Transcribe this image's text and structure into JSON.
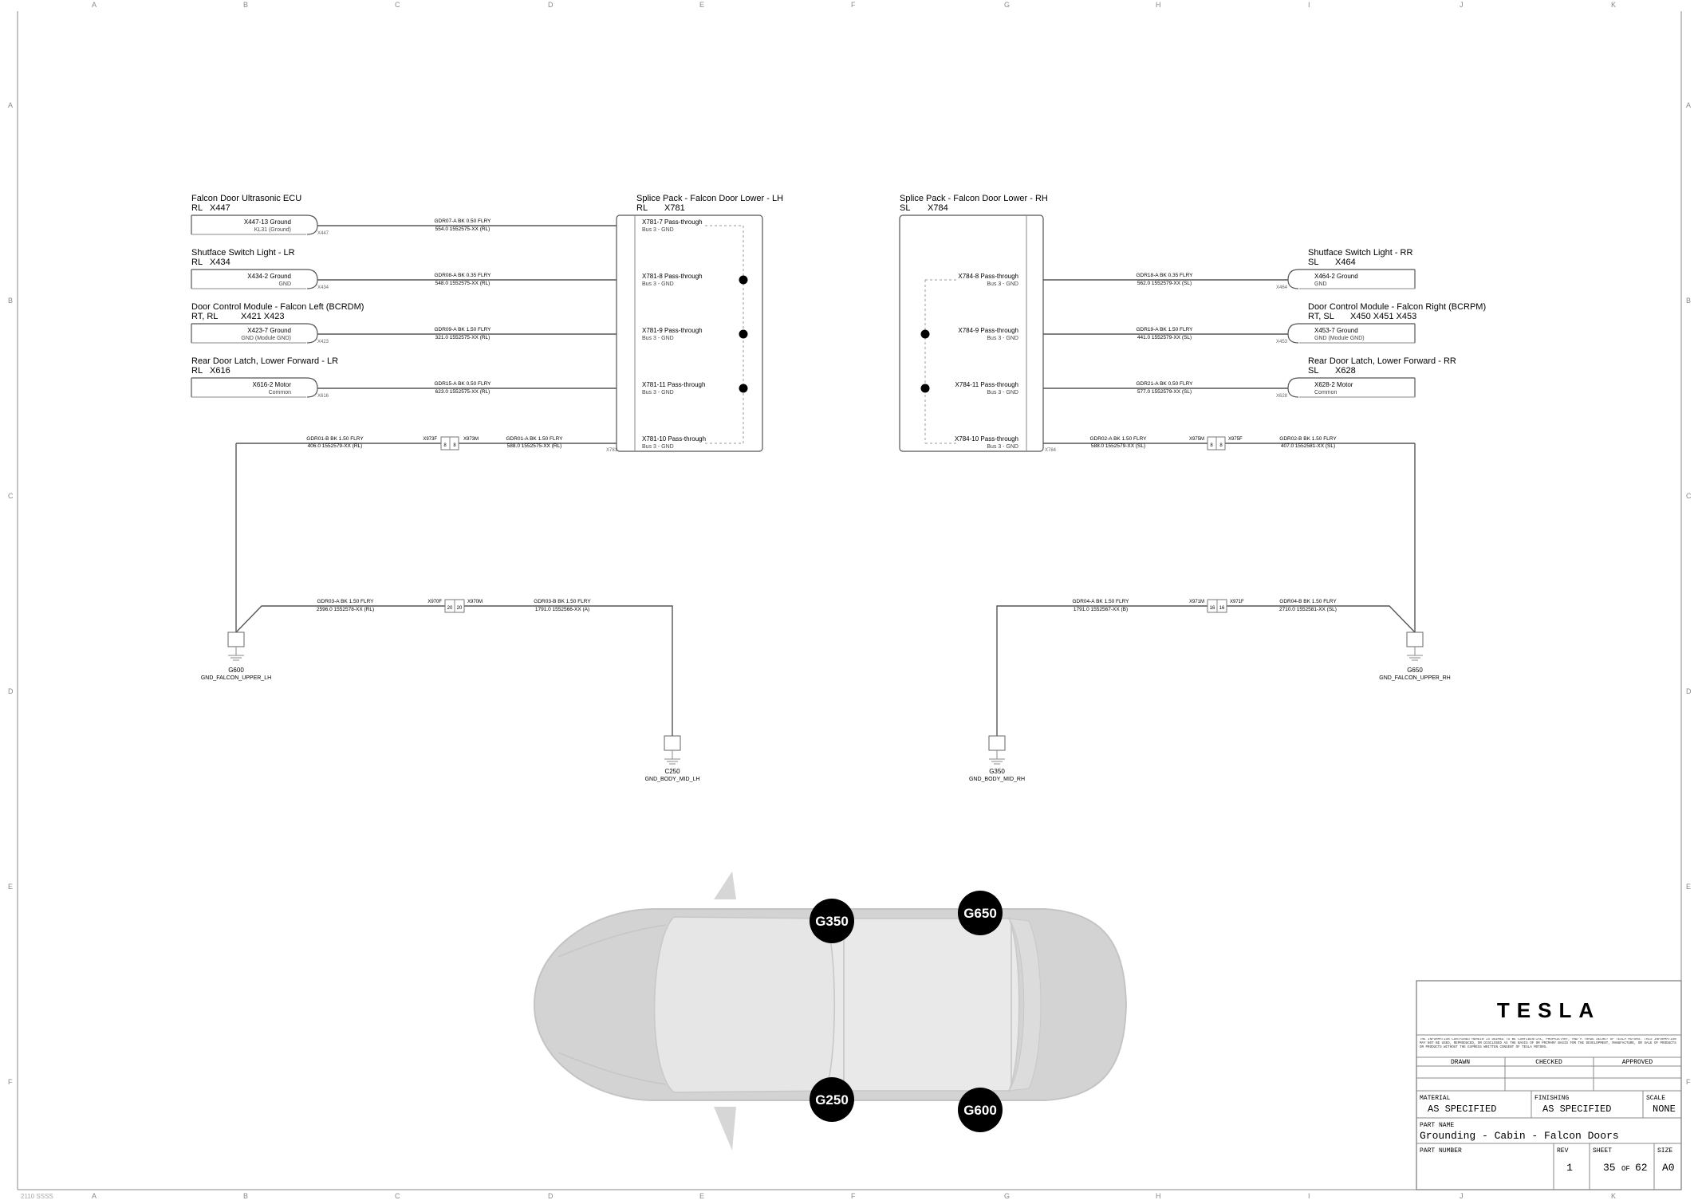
{
  "sheet": {
    "zone_columns": [
      "A",
      "B",
      "C",
      "D",
      "E",
      "F",
      "G",
      "H",
      "I",
      "J",
      "K"
    ],
    "zone_rows": [
      "A",
      "B",
      "C",
      "D",
      "E",
      "F"
    ],
    "corner_stamp": "2110 SSSS"
  },
  "left": {
    "components": [
      {
        "title": "Falcon Door Ultrasonic ECU",
        "loc": "RL",
        "conn": "X447",
        "pin": "X447-13 Ground",
        "sub": "KL31 (Ground)",
        "conn_tag": "X447",
        "wire_top": "GDR07-A   BK   0.50   FLRY",
        "wire_bot": "554.0   1552575-XX (RL)"
      },
      {
        "title": "Shutface Switch Light - LR",
        "loc": "RL",
        "conn": "X434",
        "pin": "X434-2 Ground",
        "sub": "GND",
        "conn_tag": "X434",
        "wire_top": "GDR08-A   BK   0.35   FLRY",
        "wire_bot": "548.0   1552575-XX (RL)"
      },
      {
        "title": "Door Control Module - Falcon Left (BCRDM)",
        "loc": "RT, RL",
        "conn": "X421   X423",
        "pin": "X423-7 Ground",
        "sub": "GND (Module GND)",
        "conn_tag": "X423",
        "wire_top": "GDR09-A   BK   1.50   FLRY",
        "wire_bot": "321.0   1552575-XX (RL)"
      },
      {
        "title": "Rear Door Latch, Lower Forward - LR",
        "loc": "RL",
        "conn": "X616",
        "pin": "X616-2 Motor",
        "sub": "Common",
        "conn_tag": "X616",
        "wire_top": "GDR15-A   BK   0.50   FLRY",
        "wire_bot": "623.0   1552575-XX (RL)"
      }
    ],
    "splice": {
      "title": "Splice Pack - Falcon Door Lower - LH",
      "loc": "RL",
      "conn": "X781",
      "tag": "X781",
      "pins": [
        "X781-7 Pass-through",
        "X781-8 Pass-through",
        "X781-9 Pass-through",
        "X781-11 Pass-through",
        "X781-10 Pass-through"
      ],
      "bus": "Bus 3 - GND"
    },
    "bottom_wire": {
      "w1_top": "GDR01-B   BK   1.50   FLRY",
      "w1_bot": "406.0   1552579-XX (RL)",
      "w2_top": "GDR01-A   BK   1.50   FLRY",
      "w2_bot": "588.0   1552575-XX (RL)",
      "inline_f": "X973F",
      "inline_m": "X973M",
      "inline_pin_a": "8",
      "inline_pin_b": "8"
    },
    "ground_run": {
      "w1_top": "GDR03-A   BK   1.50   FLRY",
      "w1_bot": "2596.0   1552578-XX (RL)",
      "w2_top": "GDR03-B   BK   1.50   FLRY",
      "w2_bot": "1791.0   1552566-XX (A)",
      "inline_f": "X970F",
      "inline_m": "X970M",
      "inline_pin_a": "20",
      "inline_pin_b": "20"
    },
    "g_upper": {
      "id": "G600",
      "name": "GND_FALCON_UPPER_LH"
    },
    "g_mid": {
      "id": "C250",
      "name": "GND_BODY_MID_LH"
    }
  },
  "right": {
    "components": [
      {
        "title": "Shutface Switch Light - RR",
        "loc": "SL",
        "conn": "X464",
        "pin": "X464-2 Ground",
        "sub": "GND",
        "conn_tag": "X464",
        "wire_top": "GDR18-A   BK   0.35   FLRY",
        "wire_bot": "562.0   1552579-XX (SL)"
      },
      {
        "title": "Door Control Module - Falcon Right (BCRPM)",
        "loc": "RT, SL",
        "conn": "X450   X451   X453",
        "pin": "X453-7 Ground",
        "sub": "GND (Module GND)",
        "conn_tag": "X453",
        "wire_top": "GDR19-A   BK   1.50   FLRY",
        "wire_bot": "441.0   1552579-XX (SL)"
      },
      {
        "title": "Rear Door Latch, Lower Forward - RR",
        "loc": "SL",
        "conn": "X628",
        "pin": "X628-2 Motor",
        "sub": "Common",
        "conn_tag": "X628",
        "wire_top": "GDR21-A   BK   0.50   FLRY",
        "wire_bot": "577.0   1552579-XX (SL)"
      }
    ],
    "splice": {
      "title": "Splice Pack - Falcon Door Lower - RH",
      "loc": "SL",
      "conn": "X784",
      "tag": "X784",
      "pins": [
        "X784-8 Pass-through",
        "X784-9 Pass-through",
        "X784-11 Pass-through",
        "X784-10 Pass-through"
      ],
      "bus": "Bus 3 - GND"
    },
    "bottom_wire": {
      "w1_top": "GDR02-A   BK   1.50   FLRY",
      "w1_bot": "588.0   1552579-XX (SL)",
      "w2_top": "GDR02-B   BK   1.50   FLRY",
      "w2_bot": "407.0   1552581-XX (SL)",
      "inline_f": "X975M",
      "inline_m": "X975F",
      "inline_pin_a": "8",
      "inline_pin_b": "8"
    },
    "ground_run": {
      "w1_top": "GDR04-A   BK   1.50   FLRY",
      "w1_bot": "1791.0   1552567-XX (B)",
      "w2_top": "GDR04-B   BK   1.50   FLRY",
      "w2_bot": "2710.0   1552581-XX (SL)",
      "inline_f": "X971M",
      "inline_m": "X971F",
      "inline_pin_a": "16",
      "inline_pin_b": "16"
    },
    "g_upper": {
      "id": "G650",
      "name": "GND_FALCON_UPPER_RH"
    },
    "g_mid": {
      "id": "G350",
      "name": "GND_BODY_MID_RH"
    }
  },
  "car_markers": [
    "G350",
    "G650",
    "G250",
    "G600"
  ],
  "title_block": {
    "logo": "TESLA",
    "notice": "THE INFORMATION CONTAINED HEREIN IS DEEMED TO BE CONFIDENTIAL, PROPRIETARY, AND A TRADE SECRET OF TESLA MOTORS. THIS INFORMATION MAY NOT BE USED, REPRODUCED, OR DISCLOSED AS THE BASIS OF OR PRIMARY BASIS FOR THE DEVELOPMENT, MANUFACTURE, OR SALE OF PRODUCTS OR PRODUCTS WITHOUT THE EXPRESS WRITTEN CONSENT OF TESLA MOTORS.",
    "drawn_label": "DRAWN",
    "checked_label": "CHECKED",
    "approved_label": "APPROVED",
    "material_label": "MATERIAL",
    "material": "AS SPECIFIED",
    "finishing_label": "FINISHING",
    "finishing": "AS SPECIFIED",
    "scale_label": "SCALE",
    "scale": "NONE",
    "part_name_label": "PART NAME",
    "part_name": "Grounding - Cabin - Falcon Doors",
    "part_number_label": "PART NUMBER",
    "rev_label": "REV",
    "rev": "1",
    "sheet_label": "SHEET",
    "sheet": "35",
    "of": "OF",
    "sheet_total": "62",
    "size_label": "SIZE",
    "size": "A0"
  },
  "colors": {
    "wire": "#555555",
    "marker": "#000000",
    "car_body": "#cfcfcf"
  }
}
